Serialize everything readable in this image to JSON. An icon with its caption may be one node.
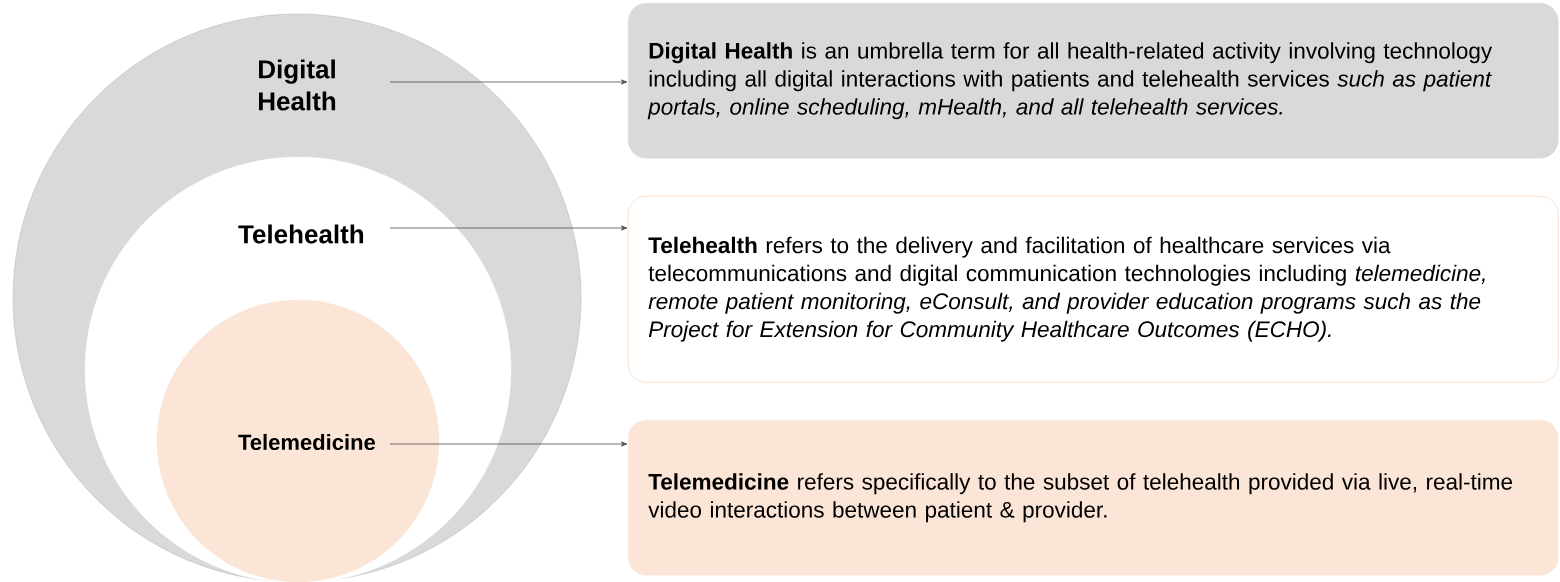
{
  "diagram": {
    "nodes": [
      {
        "text": [
          "Digital Health"
        ]
      },
      {
        "text": [
          "Telehealth"
        ],
        "in": 0
      },
      {
        "text": [
          "Telemedicine"
        ],
        "in": 1
      },
      {
        "text": [
          "**Digital Health** is an umbrella term for all health-related activity involving technology including all digital interactions with patients and telehealth services *such as patient portals, online scheduling, mHealth, and all telehealth services.*"
        ]
      },
      {
        "text": [
          "**Telehealth** refers to the delivery and facilitation of healthcare services via telecommunications and digital communication technologies including *telemedicine, remote patient monitoring, eConsult, and provider education programs such as the Project for Extension for Community Healthcare Outcomes (ECHO).*"
        ]
      },
      {
        "text": [
          "**Telemedicine** refers specifically to the subset of telehealth provided via live, real-time video interactions between patient & provider."
        ]
      }
    ],
    "edges": [
      {
        "from": 0,
        "to": 3,
        "arrow": "to"
      },
      {
        "from": 1,
        "to": 4,
        "arrow": "to"
      },
      {
        "from": 2,
        "to": 5,
        "arrow": "to"
      }
    ]
  }
}
